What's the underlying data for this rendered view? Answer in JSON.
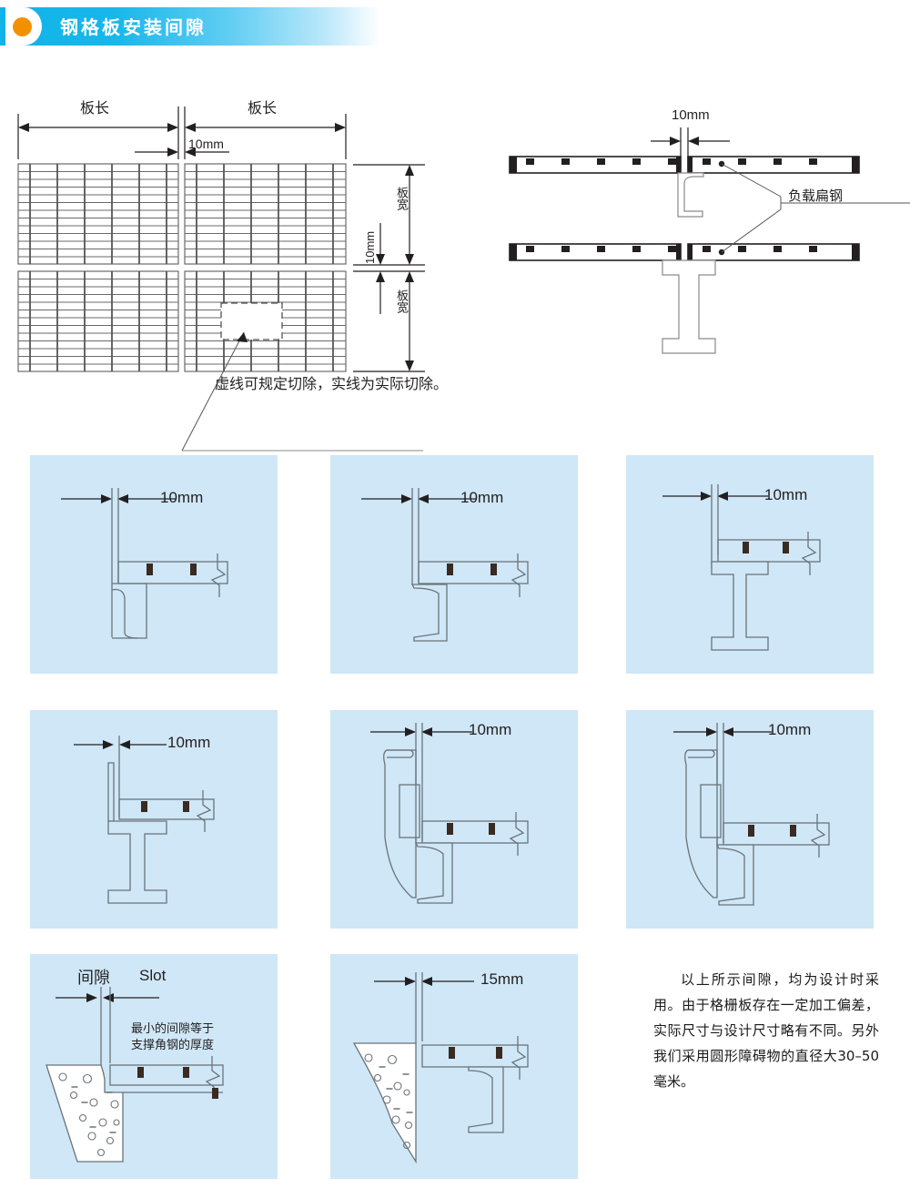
{
  "header": {
    "title": "钢格板安装间隙",
    "dot_color": "#f29100",
    "banner_color": "#12b3e8"
  },
  "plan_diagram": {
    "name": "grating-plan-view",
    "length_label_left": "板长",
    "length_label_right": "板长",
    "gap_label": "10mm",
    "width_label_top": "板宽",
    "width_label_bottom": "板宽",
    "vertical_gap_label": "10mm",
    "caption": "虚线可规定切除，实线为实际切除。",
    "grid": {
      "bearing_bar_rows": 13,
      "cross_bar_cols": 6,
      "panels": 2,
      "bands": 2
    }
  },
  "section_diagram": {
    "name": "grating-section-view",
    "gap_label": "10mm",
    "callout_label": "负载扁钢",
    "upper_support": "channel-beam",
    "lower_support": "i-beam"
  },
  "panels": [
    {
      "id": "panel-1",
      "name": "detail-channel-wall",
      "dimension": "10mm",
      "support": "channel-beam",
      "wall": "plate"
    },
    {
      "id": "panel-2",
      "name": "detail-z-support-wall",
      "dimension": "10mm",
      "support": "z-beam",
      "wall": "plate"
    },
    {
      "id": "panel-3",
      "name": "detail-ibeam-wall",
      "dimension": "10mm",
      "support": "i-beam",
      "wall": "plate"
    },
    {
      "id": "panel-4",
      "name": "detail-angle-ibeam",
      "dimension": "10mm",
      "support": "i-beam",
      "wall": "angle"
    },
    {
      "id": "panel-5",
      "name": "detail-haunch-channel",
      "dimension": "10mm",
      "support": "channel-beam",
      "wall": "curved-haunch"
    },
    {
      "id": "panel-6",
      "name": "detail-haunch-z-support",
      "dimension": "10mm",
      "support": "z-beam",
      "wall": "curved-haunch"
    },
    {
      "id": "panel-7",
      "name": "detail-concrete-slot",
      "dimension_cn": "间隙",
      "dimension_en": "Slot",
      "note_line_1": "最小的间隙等于",
      "note_line_2": "支撑角钢的厚度",
      "support": "angle",
      "wall": "concrete"
    },
    {
      "id": "panel-8",
      "name": "detail-concrete-15mm",
      "dimension": "15mm",
      "support": "z-beam",
      "wall": "concrete"
    }
  ],
  "footer_note": {
    "text": "以上所示间隙，均为设计时采用。由于格栅板存在一定加工偏差，实际尺寸与设计尺寸略有不同。另外我们采用圆形障碍物的直径大30–50毫米。"
  },
  "colors": {
    "panel_bg": "#cfe7f7",
    "line": "#5b6670",
    "dark_line": "#231f20",
    "bar_fill": "#231f20"
  }
}
